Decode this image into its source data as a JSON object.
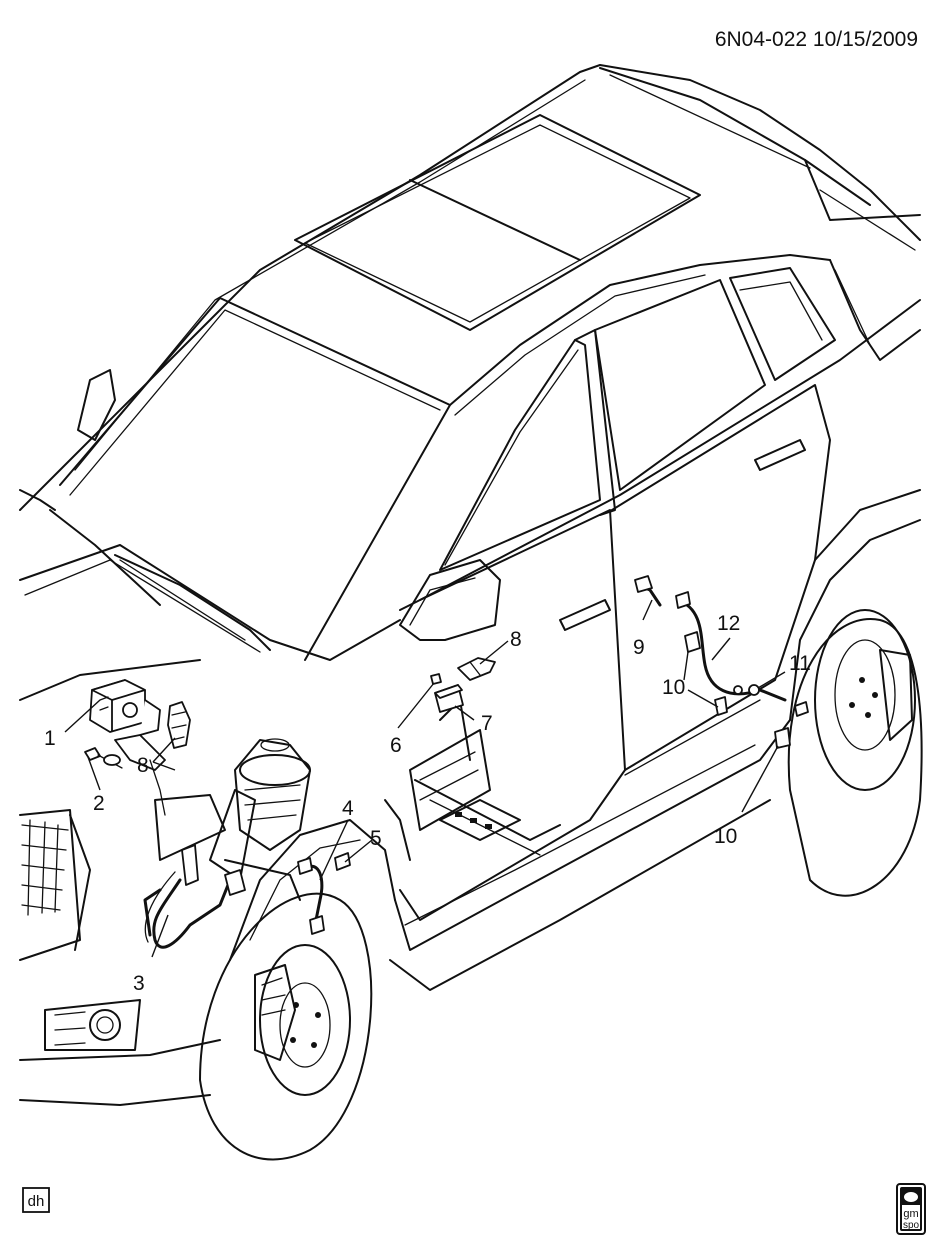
{
  "header": {
    "drawing_id": "6N04-022 10/15/2009"
  },
  "callouts": [
    {
      "id": "c1",
      "label": "1"
    },
    {
      "id": "c2",
      "label": "2"
    },
    {
      "id": "c3",
      "label": "3"
    },
    {
      "id": "c4",
      "label": "4"
    },
    {
      "id": "c5",
      "label": "5"
    },
    {
      "id": "c6",
      "label": "6"
    },
    {
      "id": "c7",
      "label": "7"
    },
    {
      "id": "c8a",
      "label": "8"
    },
    {
      "id": "c8b",
      "label": "8"
    },
    {
      "id": "c9",
      "label": "9"
    },
    {
      "id": "c10a",
      "label": "10"
    },
    {
      "id": "c10b",
      "label": "10"
    },
    {
      "id": "c11",
      "label": "11"
    },
    {
      "id": "c12",
      "label": "12"
    }
  ],
  "footer": {
    "author_initials": "dh",
    "logo_text_top": "gm",
    "logo_text_bottom": "spo"
  }
}
